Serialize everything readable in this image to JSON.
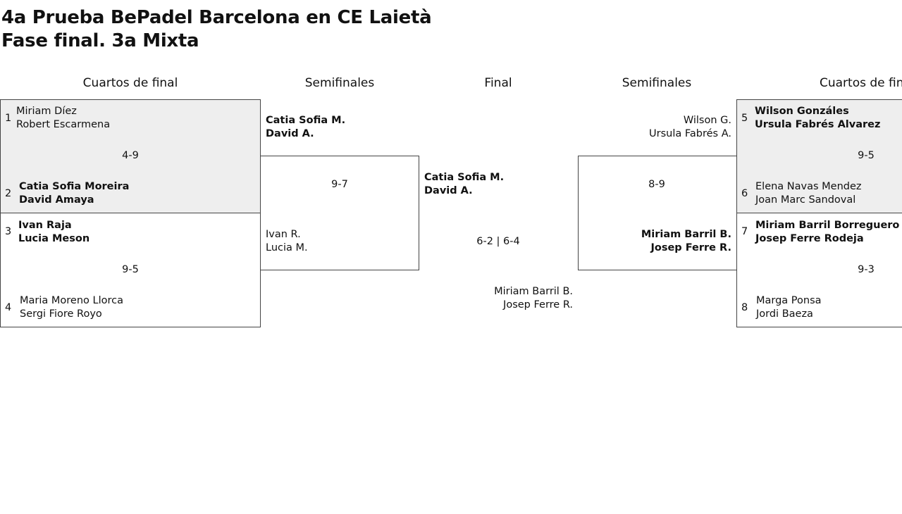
{
  "title": {
    "line1": "4a Prueba BePadel Barcelona en CE Laietà",
    "line2": "Fase final. 3a Mixta"
  },
  "headers": {
    "qf_left": "Cuartos de final",
    "sf_left": "Semifinales",
    "final": "Final",
    "sf_right": "Semifinales",
    "qf_right": "Cuartos de final"
  },
  "qf_left": {
    "match1": {
      "seed_a": "1",
      "team_a": [
        "Miriam Díez",
        "Robert Escarmena"
      ],
      "score": "4-9",
      "seed_b": "2",
      "team_b": [
        "Catia Sofia Moreira",
        "David Amaya"
      ]
    },
    "match2": {
      "seed_a": "3",
      "team_a": [
        "Ivan Raja",
        "Lucia Meson"
      ],
      "score": "9-5",
      "seed_b": "4",
      "team_b": [
        "Maria Moreno Llorca",
        "Sergi Fiore Royo"
      ]
    }
  },
  "sf_left": {
    "team_a": [
      "Catia Sofia M.",
      "David A."
    ],
    "score": "9-7",
    "team_b": [
      "Ivan R.",
      "Lucia M."
    ]
  },
  "final": {
    "team_a": [
      "Catia Sofia M.",
      "David A."
    ],
    "score": "6-2 | 6-4",
    "team_b": [
      "Miriam Barril B.",
      "Josep Ferre R."
    ]
  },
  "sf_right": {
    "team_a": [
      "Wilson G.",
      "Ursula Fabrés A."
    ],
    "score": "8-9",
    "team_b": [
      "Miriam Barril B.",
      "Josep Ferre R."
    ]
  },
  "qf_right": {
    "match1": {
      "seed_a": "5",
      "team_a": [
        "Wilson Gonzáles",
        "Ursula Fabrés Alvarez"
      ],
      "score": "9-5",
      "seed_b": "6",
      "team_b": [
        "Elena Navas Mendez",
        "Joan Marc Sandoval"
      ]
    },
    "match2": {
      "seed_a": "7",
      "team_a": [
        "Miriam Barril Borreguero",
        "Josep Ferre Rodeja"
      ],
      "score": "9-3",
      "seed_b": "8",
      "team_b": [
        "Marga Ponsa",
        "Jordi Baeza"
      ]
    }
  }
}
